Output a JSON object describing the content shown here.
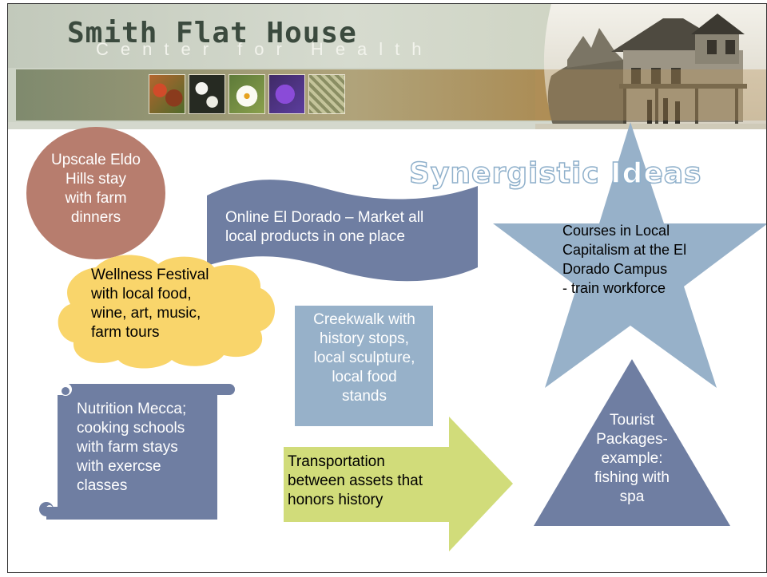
{
  "header": {
    "title": "Smith Flat House",
    "subtitle": "Center for Health",
    "thumbnails": [
      "autumn-foliage",
      "white-blossoms",
      "white-daffodil",
      "purple-iris",
      "fern"
    ],
    "photo": "historic-house-photo"
  },
  "slide_title": "Synergistic Ideas",
  "ideas": {
    "upscale": [
      "Upscale Eldo",
      "Hills stay",
      "with farm",
      "dinners"
    ],
    "online": [
      "Online El Dorado – Market all",
      "local products in one place"
    ],
    "wellness": [
      "Wellness Festival",
      "with local food,",
      "wine, art, music,",
      "farm tours"
    ],
    "creekwalk": [
      "Creekwalk with",
      "history stops,",
      "local sculpture,",
      "local food",
      "stands"
    ],
    "nutrition": [
      "Nutrition Mecca;",
      "cooking schools",
      "with farm stays",
      "with exercse",
      "classes"
    ],
    "transport": [
      "Transportation",
      "between assets that",
      "honors history"
    ],
    "courses": [
      "Courses in Local",
      "Capitalism at the El",
      "Dorado Campus",
      "- train workforce"
    ],
    "tourist": [
      "Tourist",
      "Packages-",
      "example:",
      "fishing with",
      "spa"
    ]
  },
  "colors": {
    "circle": "#b77d6e",
    "wave": "#6f7ea2",
    "cloud": "#f9d56b",
    "creek": "#97b1c9",
    "scroll": "#6f7ea2",
    "arrow": "#d1dc7a",
    "star": "#97b1c9",
    "triangle": "#6f7ea2"
  }
}
